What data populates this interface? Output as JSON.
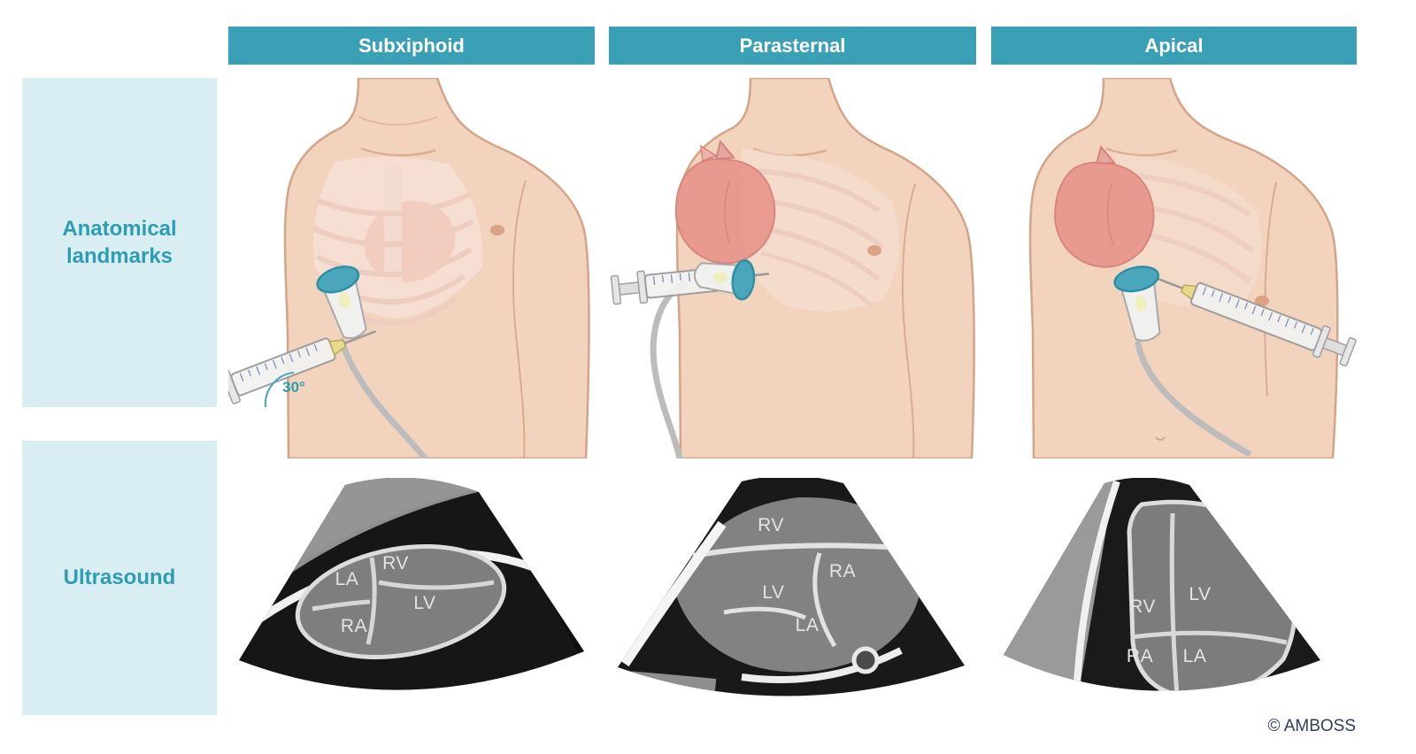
{
  "columns": [
    {
      "id": "subxiphoid",
      "label": "Subxiphoid"
    },
    {
      "id": "parasternal",
      "label": "Parasternal"
    },
    {
      "id": "apical",
      "label": "Apical"
    }
  ],
  "rows": [
    {
      "id": "anatomical-landmarks",
      "label": "Anatomical landmarks"
    },
    {
      "id": "ultrasound",
      "label": "Ultrasound"
    }
  ],
  "annotations": {
    "needle_angle": "30°"
  },
  "panels": [
    {
      "column": "Subxiphoid",
      "illustration_elements": [
        "torso",
        "rib-cage",
        "heart",
        "ultrasound-probe",
        "probe-cable",
        "syringe",
        "needle-angle-arc"
      ],
      "ultrasound_labels": [
        {
          "text": "LA"
        },
        {
          "text": "RV"
        },
        {
          "text": "RA"
        },
        {
          "text": "LV"
        }
      ]
    },
    {
      "column": "Parasternal",
      "illustration_elements": [
        "torso",
        "rib-cage",
        "heart",
        "ultrasound-probe",
        "probe-cable",
        "syringe"
      ],
      "ultrasound_labels": [
        {
          "text": "RV"
        },
        {
          "text": "RA"
        },
        {
          "text": "LV"
        },
        {
          "text": "LA"
        }
      ]
    },
    {
      "column": "Apical",
      "illustration_elements": [
        "torso",
        "rib-cage",
        "heart",
        "ultrasound-probe",
        "probe-cable",
        "syringe"
      ],
      "ultrasound_labels": [
        {
          "text": "RV"
        },
        {
          "text": "LV"
        },
        {
          "text": "RA"
        },
        {
          "text": "LA"
        }
      ]
    }
  ],
  "credit": "© AMBOSS",
  "colors": {
    "header_bg": "#3aa0b6",
    "row_label_bg": "#d8eef2",
    "row_label_text": "#2e9db4",
    "annotation_text": "#2e9db4",
    "credit_text": "#2e3e5e",
    "probe_cap": "#4aa6ba",
    "skin": "#f2d3bd",
    "heart": "#e9978e"
  }
}
